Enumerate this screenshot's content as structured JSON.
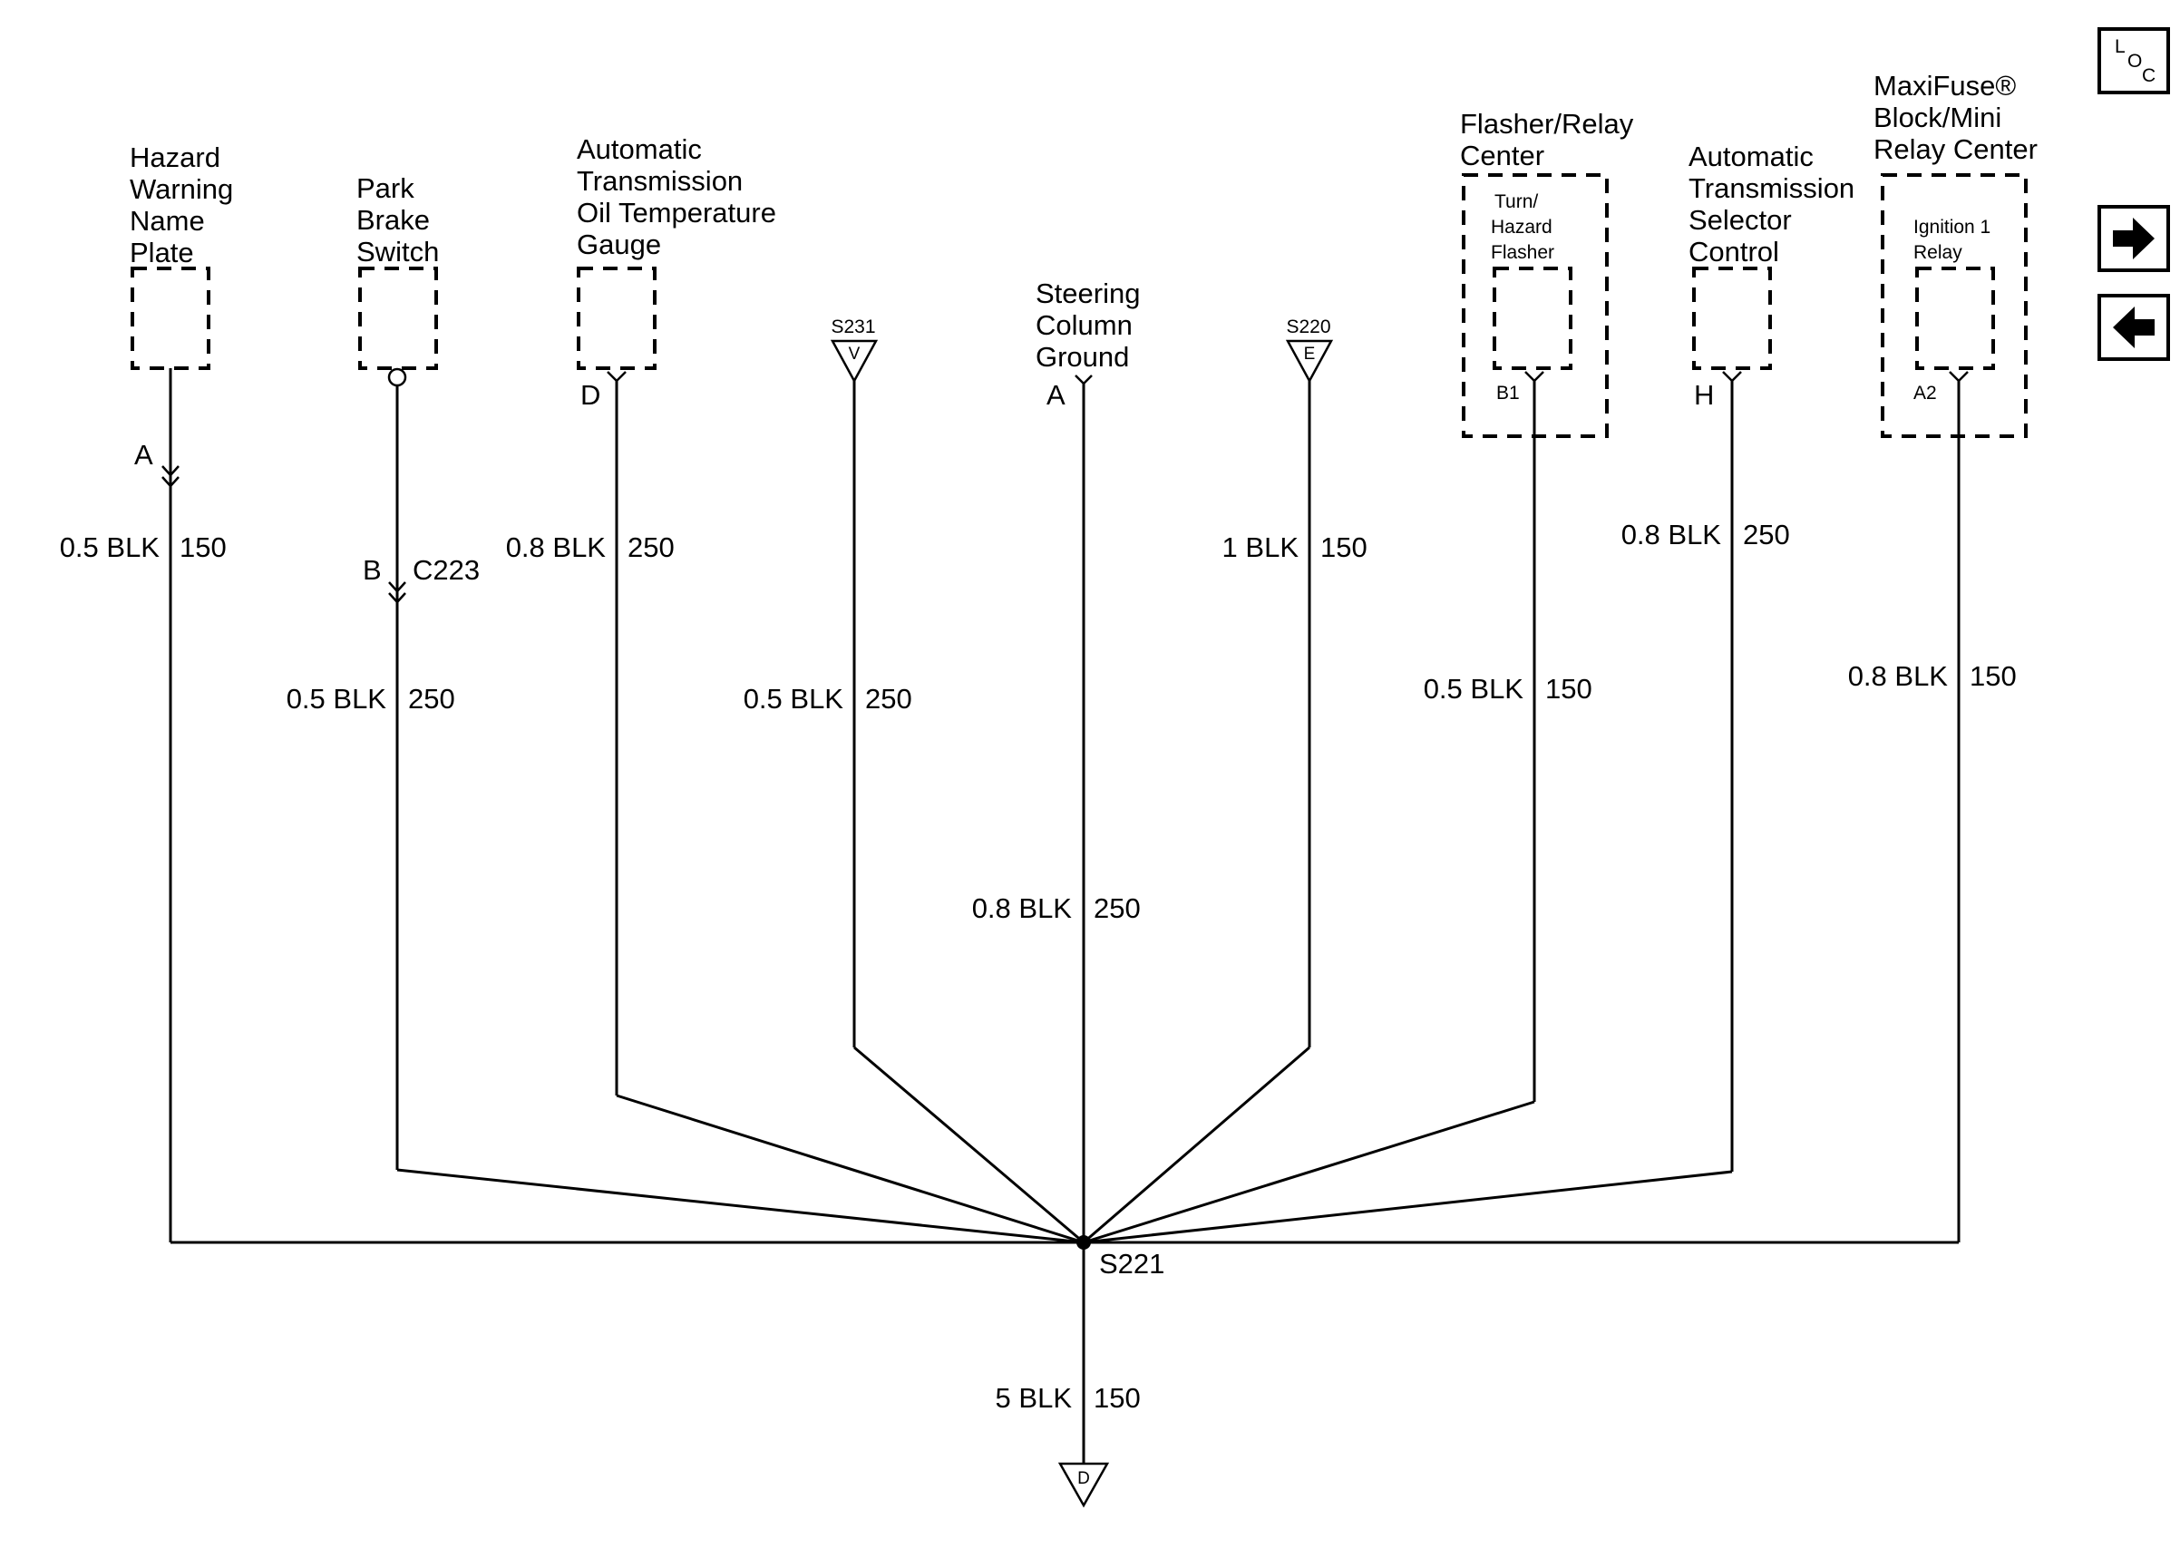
{
  "components": {
    "hazard": [
      "Hazard",
      "Warning",
      "Name",
      "Plate"
    ],
    "park_brake": [
      "Park",
      "Brake",
      "Switch"
    ],
    "trans_temp": [
      "Automatic",
      "Transmission",
      "Oil Temperature",
      "Gauge"
    ],
    "steering_ground": [
      "Steering",
      "Column",
      "Ground"
    ],
    "flasher_center": [
      "Flasher/Relay",
      "Center"
    ],
    "flasher_inner": [
      "Turn/",
      "Hazard",
      "Flasher"
    ],
    "selector": [
      "Automatic",
      "Transmission",
      "Selector",
      "Control"
    ],
    "maxifuse": [
      "MaxiFuse®",
      "Block/Mini",
      "Relay Center"
    ],
    "ignition_inner": [
      "Ignition 1",
      "Relay"
    ]
  },
  "pins": {
    "hazard": "A",
    "park_brake": "B",
    "trans_temp": "D",
    "steering": "A",
    "flasher": "B1",
    "selector": "H",
    "ignition": "A2"
  },
  "connectors": {
    "park_brake": "C223"
  },
  "splices": {
    "s231": "S231",
    "s231_letter": "V",
    "s220": "S220",
    "s220_letter": "E",
    "main": "S221"
  },
  "ground": {
    "letter": "D"
  },
  "wires": {
    "hazard": {
      "spec": "0.5 BLK",
      "circuit": "150"
    },
    "park_brake": {
      "spec": "0.5 BLK",
      "circuit": "250"
    },
    "trans_temp": {
      "spec": "0.8 BLK",
      "circuit": "250"
    },
    "s231": {
      "spec": "0.5 BLK",
      "circuit": "250"
    },
    "steering": {
      "spec": "0.8 BLK",
      "circuit": "250"
    },
    "s220": {
      "spec": "1 BLK",
      "circuit": "150"
    },
    "flasher": {
      "spec": "0.5 BLK",
      "circuit": "150"
    },
    "selector": {
      "spec": "0.8 BLK",
      "circuit": "250"
    },
    "ignition": {
      "spec": "0.8 BLK",
      "circuit": "150"
    },
    "ground": {
      "spec": "5 BLK",
      "circuit": "150"
    }
  },
  "nav": {
    "loc_letters": [
      "L",
      "O",
      "C"
    ],
    "next_icon": "arrow-right-icon",
    "prev_icon": "arrow-left-icon"
  }
}
